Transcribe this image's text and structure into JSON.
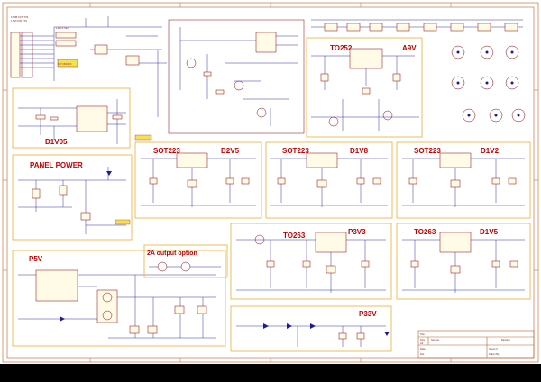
{
  "blocks": {
    "to252": "TO252",
    "a9v": "A9V",
    "d1v05": "D1V05",
    "panel_power": "PANEL POWER",
    "sot223_a": "SOT223",
    "d2v5": "D2V5",
    "sot223_b": "SOT223",
    "d1v8": "D1V8",
    "sot223_c": "SOT223",
    "d1v2": "D1V2",
    "to263_a": "TO263",
    "p3v3": "P3V3",
    "to263_b": "TO263",
    "d1v5": "D1V5",
    "p5v": "P5V",
    "output_option": "2A output option",
    "p33v": "P33V"
  },
  "title_block": {
    "title_label": "Title",
    "size_label": "Size",
    "size_value": "A3",
    "number_label": "Number",
    "revision_label": "Revision",
    "date_label": "Date:",
    "file_label": "File:",
    "sheet_label": "Sheet of",
    "drawn_label": "Drawn By:"
  }
}
